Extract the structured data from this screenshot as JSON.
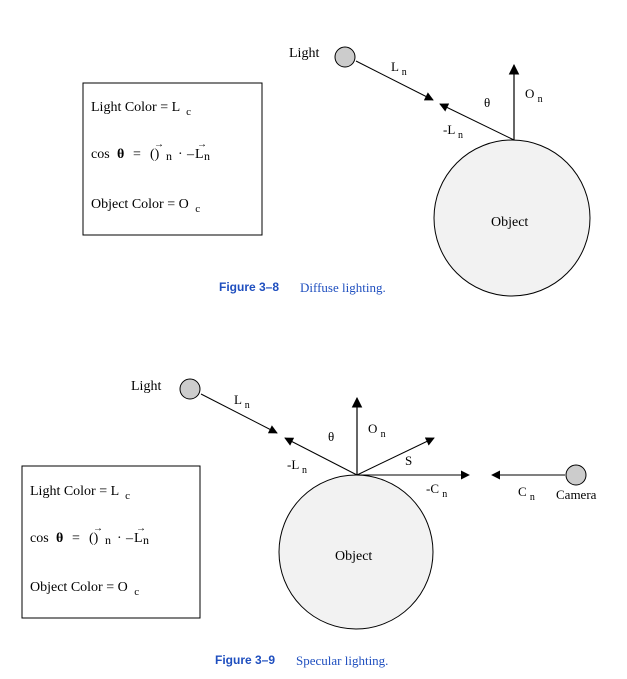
{
  "figure1": {
    "light_label": "Light",
    "ln_label": "L",
    "ln_sub": "n",
    "neg_ln_label": "-L",
    "neg_ln_sub": "n",
    "on_label": "O",
    "on_sub": "n",
    "theta": "θ",
    "object_label": "Object",
    "box": {
      "line1": "Light Color = L",
      "line1_sub": "c",
      "cos": "cos",
      "theta_bold": "θ",
      "eq": "=",
      "paren": "()",
      "n": "n",
      "dot": "·",
      "neg": "–",
      "L": "L",
      "Ln_sub": "n",
      "line3": "Object Color = O",
      "line3_sub": "c"
    },
    "caption_num": "Figure 3–8",
    "caption_text": "Diffuse lighting."
  },
  "figure2": {
    "light_label": "Light",
    "ln_label": "L",
    "ln_sub": "n",
    "neg_ln_label": "-L",
    "neg_ln_sub": "n",
    "on_label": "O",
    "on_sub": "n",
    "theta": "θ",
    "s_label": "S",
    "neg_cn_label": "-C",
    "neg_cn_sub": "n",
    "cn_label": "C",
    "cn_sub": "n",
    "camera_label": "Camera",
    "object_label": "Object",
    "box": {
      "line1": "Light Color = L",
      "line1_sub": "c",
      "cos": "cos",
      "theta_bold": "θ",
      "eq": "=",
      "paren": "()",
      "n": "n",
      "dot": "·",
      "neg": "–",
      "L": "L",
      "Ln_sub": "n",
      "line3": "Object Color = O",
      "line3_sub": "c"
    },
    "caption_num": "Figure 3–9",
    "caption_text": "Specular lighting."
  }
}
